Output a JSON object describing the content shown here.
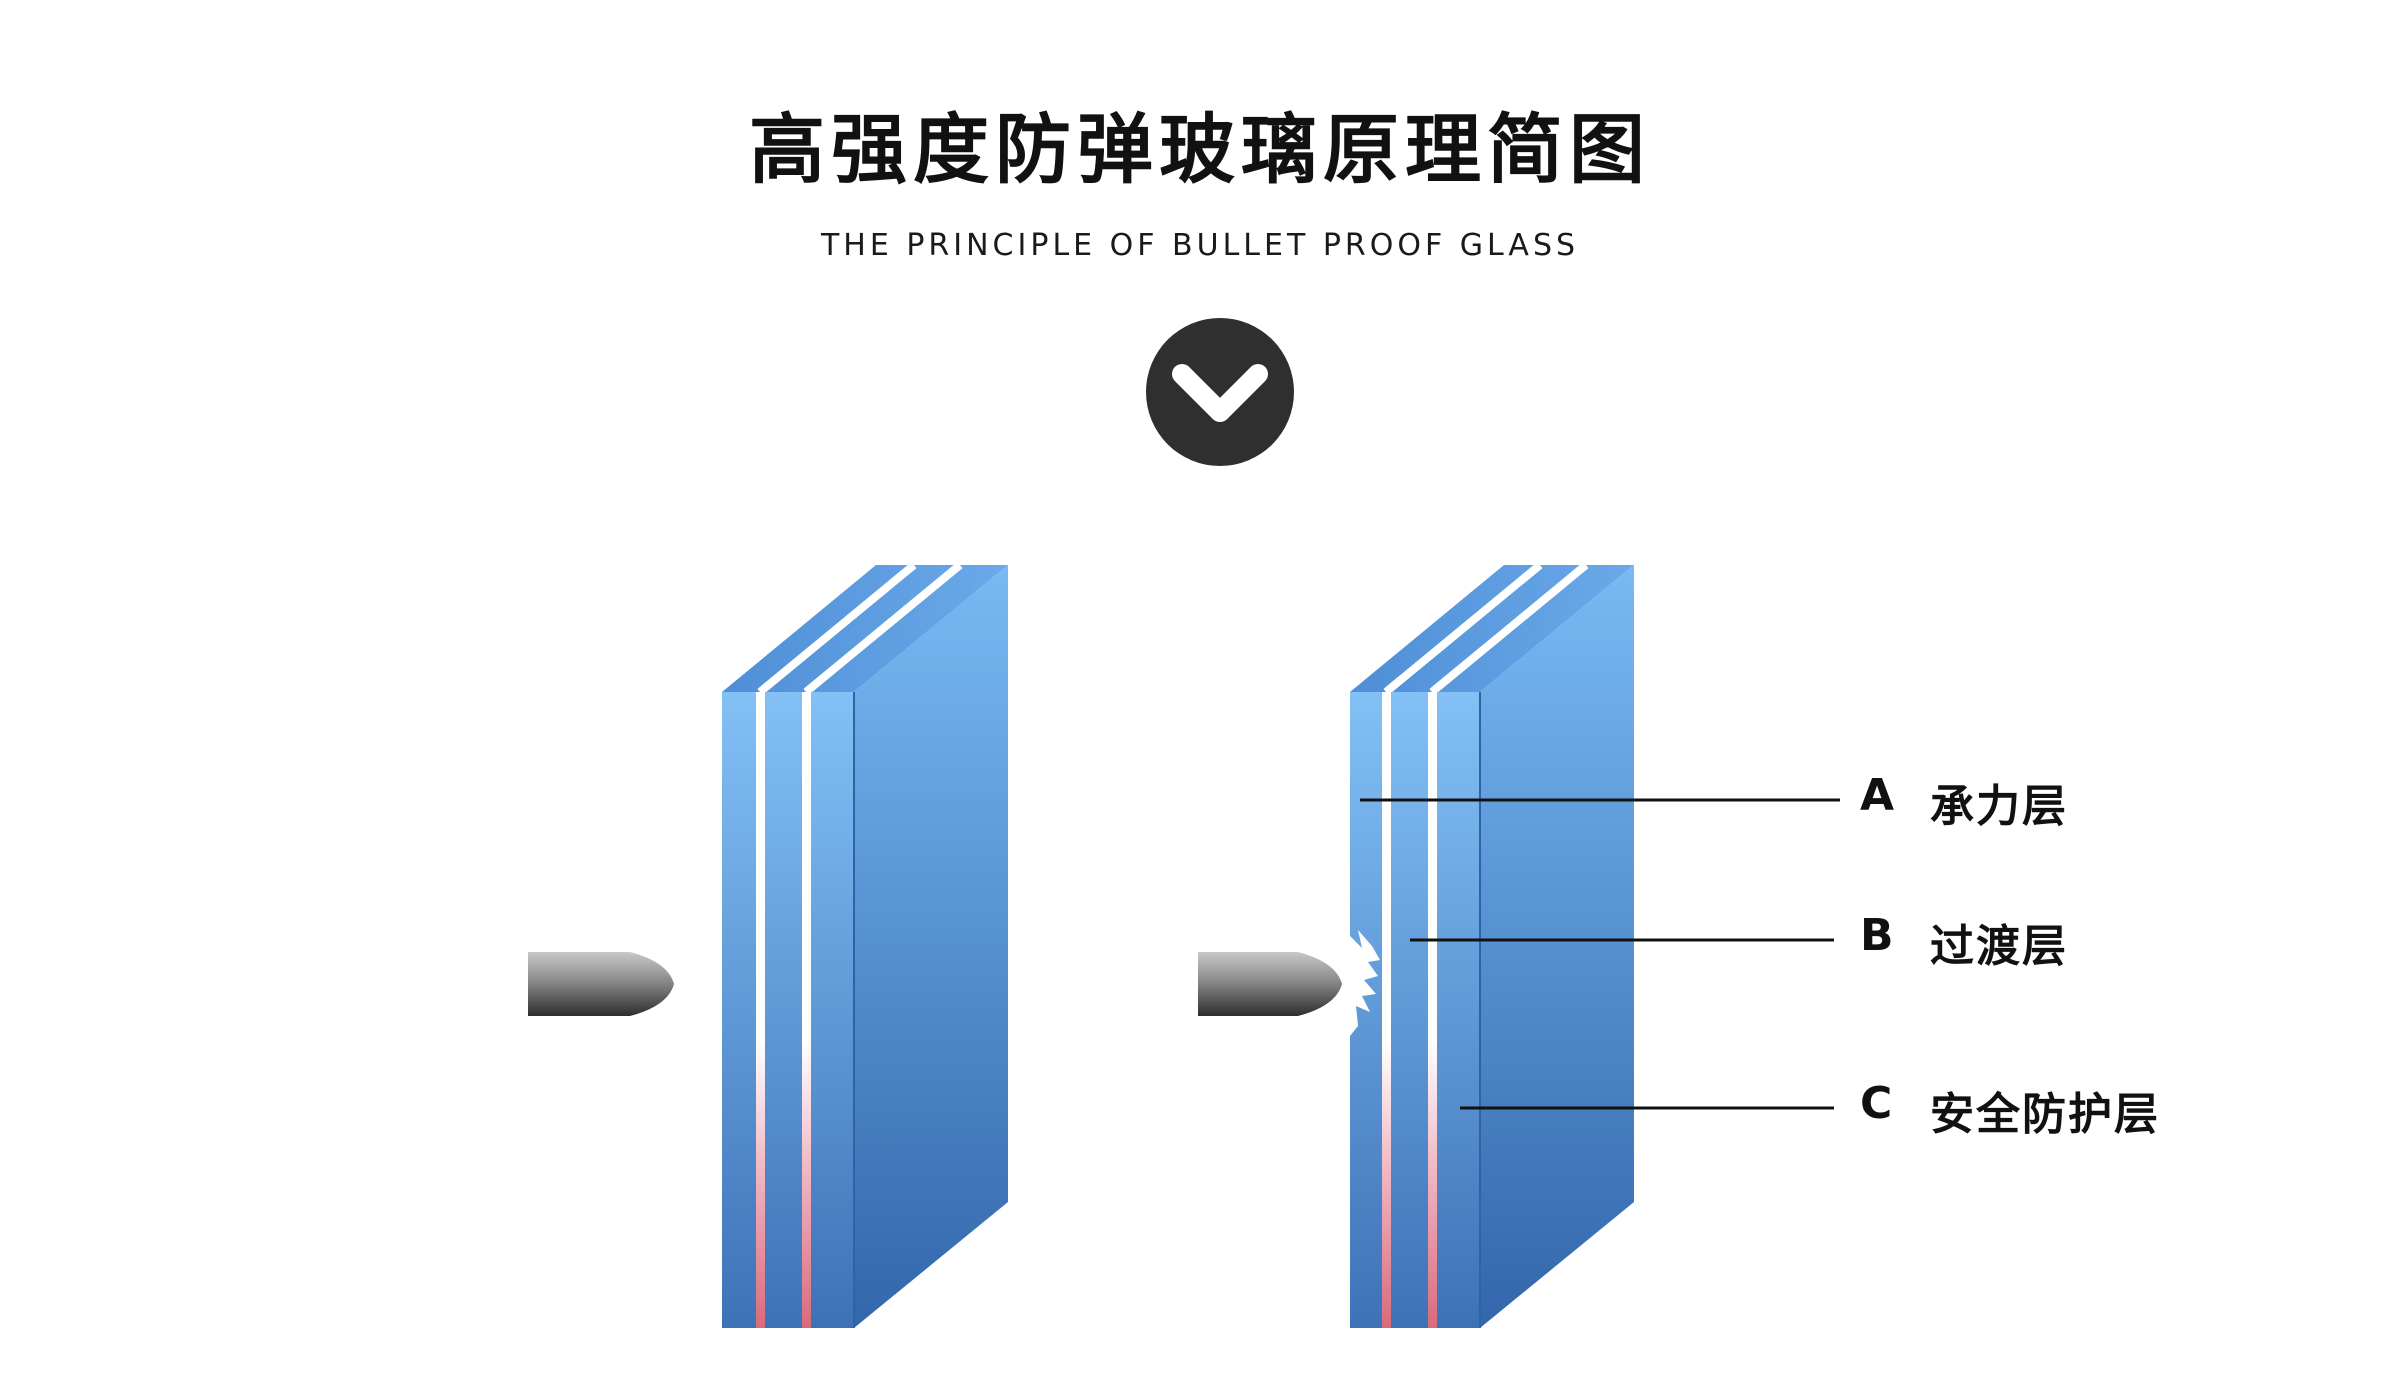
{
  "header": {
    "title": "高强度防弹玻璃原理简图",
    "subtitle": "THE PRINCIPLE OF BULLET PROOF GLASS"
  },
  "icons": {
    "down_arrow": "chevron-down-circle-icon",
    "bullet": "bullet-icon",
    "impact": "impact-burst-icon"
  },
  "layers": [
    {
      "letter": "A",
      "name": "承力层"
    },
    {
      "letter": "B",
      "name": "过渡层"
    },
    {
      "letter": "C",
      "name": "安全防护层"
    }
  ],
  "colors": {
    "glass_front_top": "#7fbef5",
    "glass_front_bottom": "#3f73b8",
    "glass_side_top": "#75b8f3",
    "glass_side_bottom": "#3466ad",
    "glass_top": "#5f9fe0",
    "interlayer_white": "#ffffff",
    "interlayer_red": "#e07a8a",
    "bullet_dark": "#3a3a3a",
    "bullet_light": "#b5b5b5",
    "circle_bg": "#2f2f2f"
  }
}
